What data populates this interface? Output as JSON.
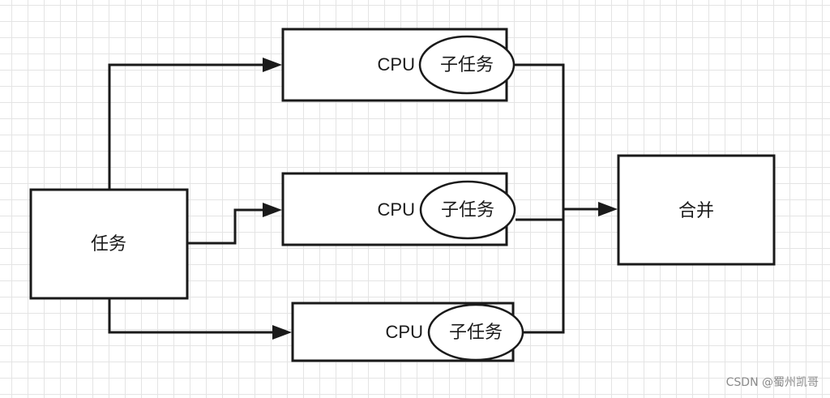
{
  "diagram": {
    "source_node": {
      "label": "任务"
    },
    "workers": [
      {
        "cpu_label": "CPU",
        "subtask_label": "子任务"
      },
      {
        "cpu_label": "CPU",
        "subtask_label": "子任务"
      },
      {
        "cpu_label": "CPU",
        "subtask_label": "子任务"
      }
    ],
    "merge_node": {
      "label": "合并"
    }
  },
  "watermark": "CSDN @蜀州凯哥",
  "colors": {
    "stroke": "#1a1a1a",
    "grid": "#e4e4e4",
    "background": "#ffffff"
  }
}
